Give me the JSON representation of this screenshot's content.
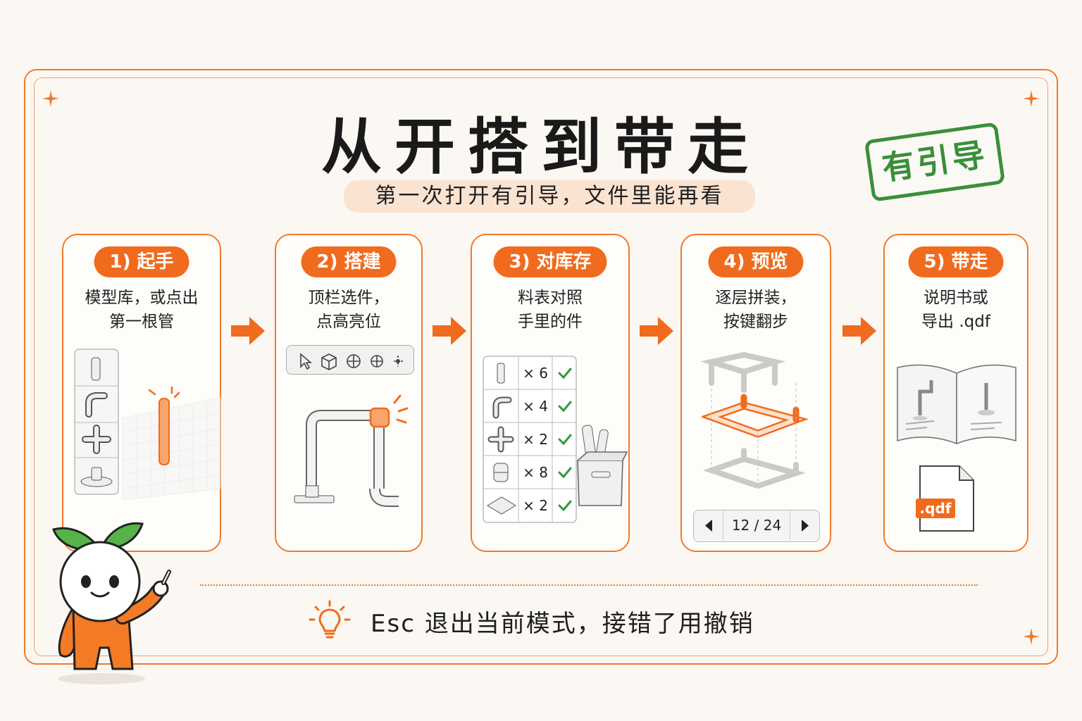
{
  "title": "从开搭到带走",
  "subtitle": "第一次打开有引导，文件里能再看",
  "stamp": "有引导",
  "steps": [
    {
      "label": "1) 起手",
      "line1": "模型库，或点出",
      "line2": "第一根管"
    },
    {
      "label": "2) 搭建",
      "line1": "顶栏选件，",
      "line2": "点高亮位"
    },
    {
      "label": "3) 对库存",
      "line1": "料表对照",
      "line2": "手里的件"
    },
    {
      "label": "4) 预览",
      "line1": "逐层拼装，",
      "line2": "按键翻步"
    },
    {
      "label": "5) 带走",
      "line1": "说明书或",
      "line2": "导出 .qdf"
    }
  ],
  "inventory": [
    {
      "part": "straight-pipe-icon",
      "qty": "× 6"
    },
    {
      "part": "elbow-icon",
      "qty": "× 4"
    },
    {
      "part": "cross-connector-icon",
      "qty": "× 2"
    },
    {
      "part": "coupler-icon",
      "qty": "× 8"
    },
    {
      "part": "base-plate-icon",
      "qty": "× 2"
    }
  ],
  "pager": {
    "text": "12 / 24"
  },
  "file_ext": ".qdf",
  "tip": "Esc 退出当前模式，接错了用撤销",
  "colors": {
    "accent": "#f06b1d",
    "stamp": "#3a8f3a",
    "check": "#2e9a3a"
  }
}
